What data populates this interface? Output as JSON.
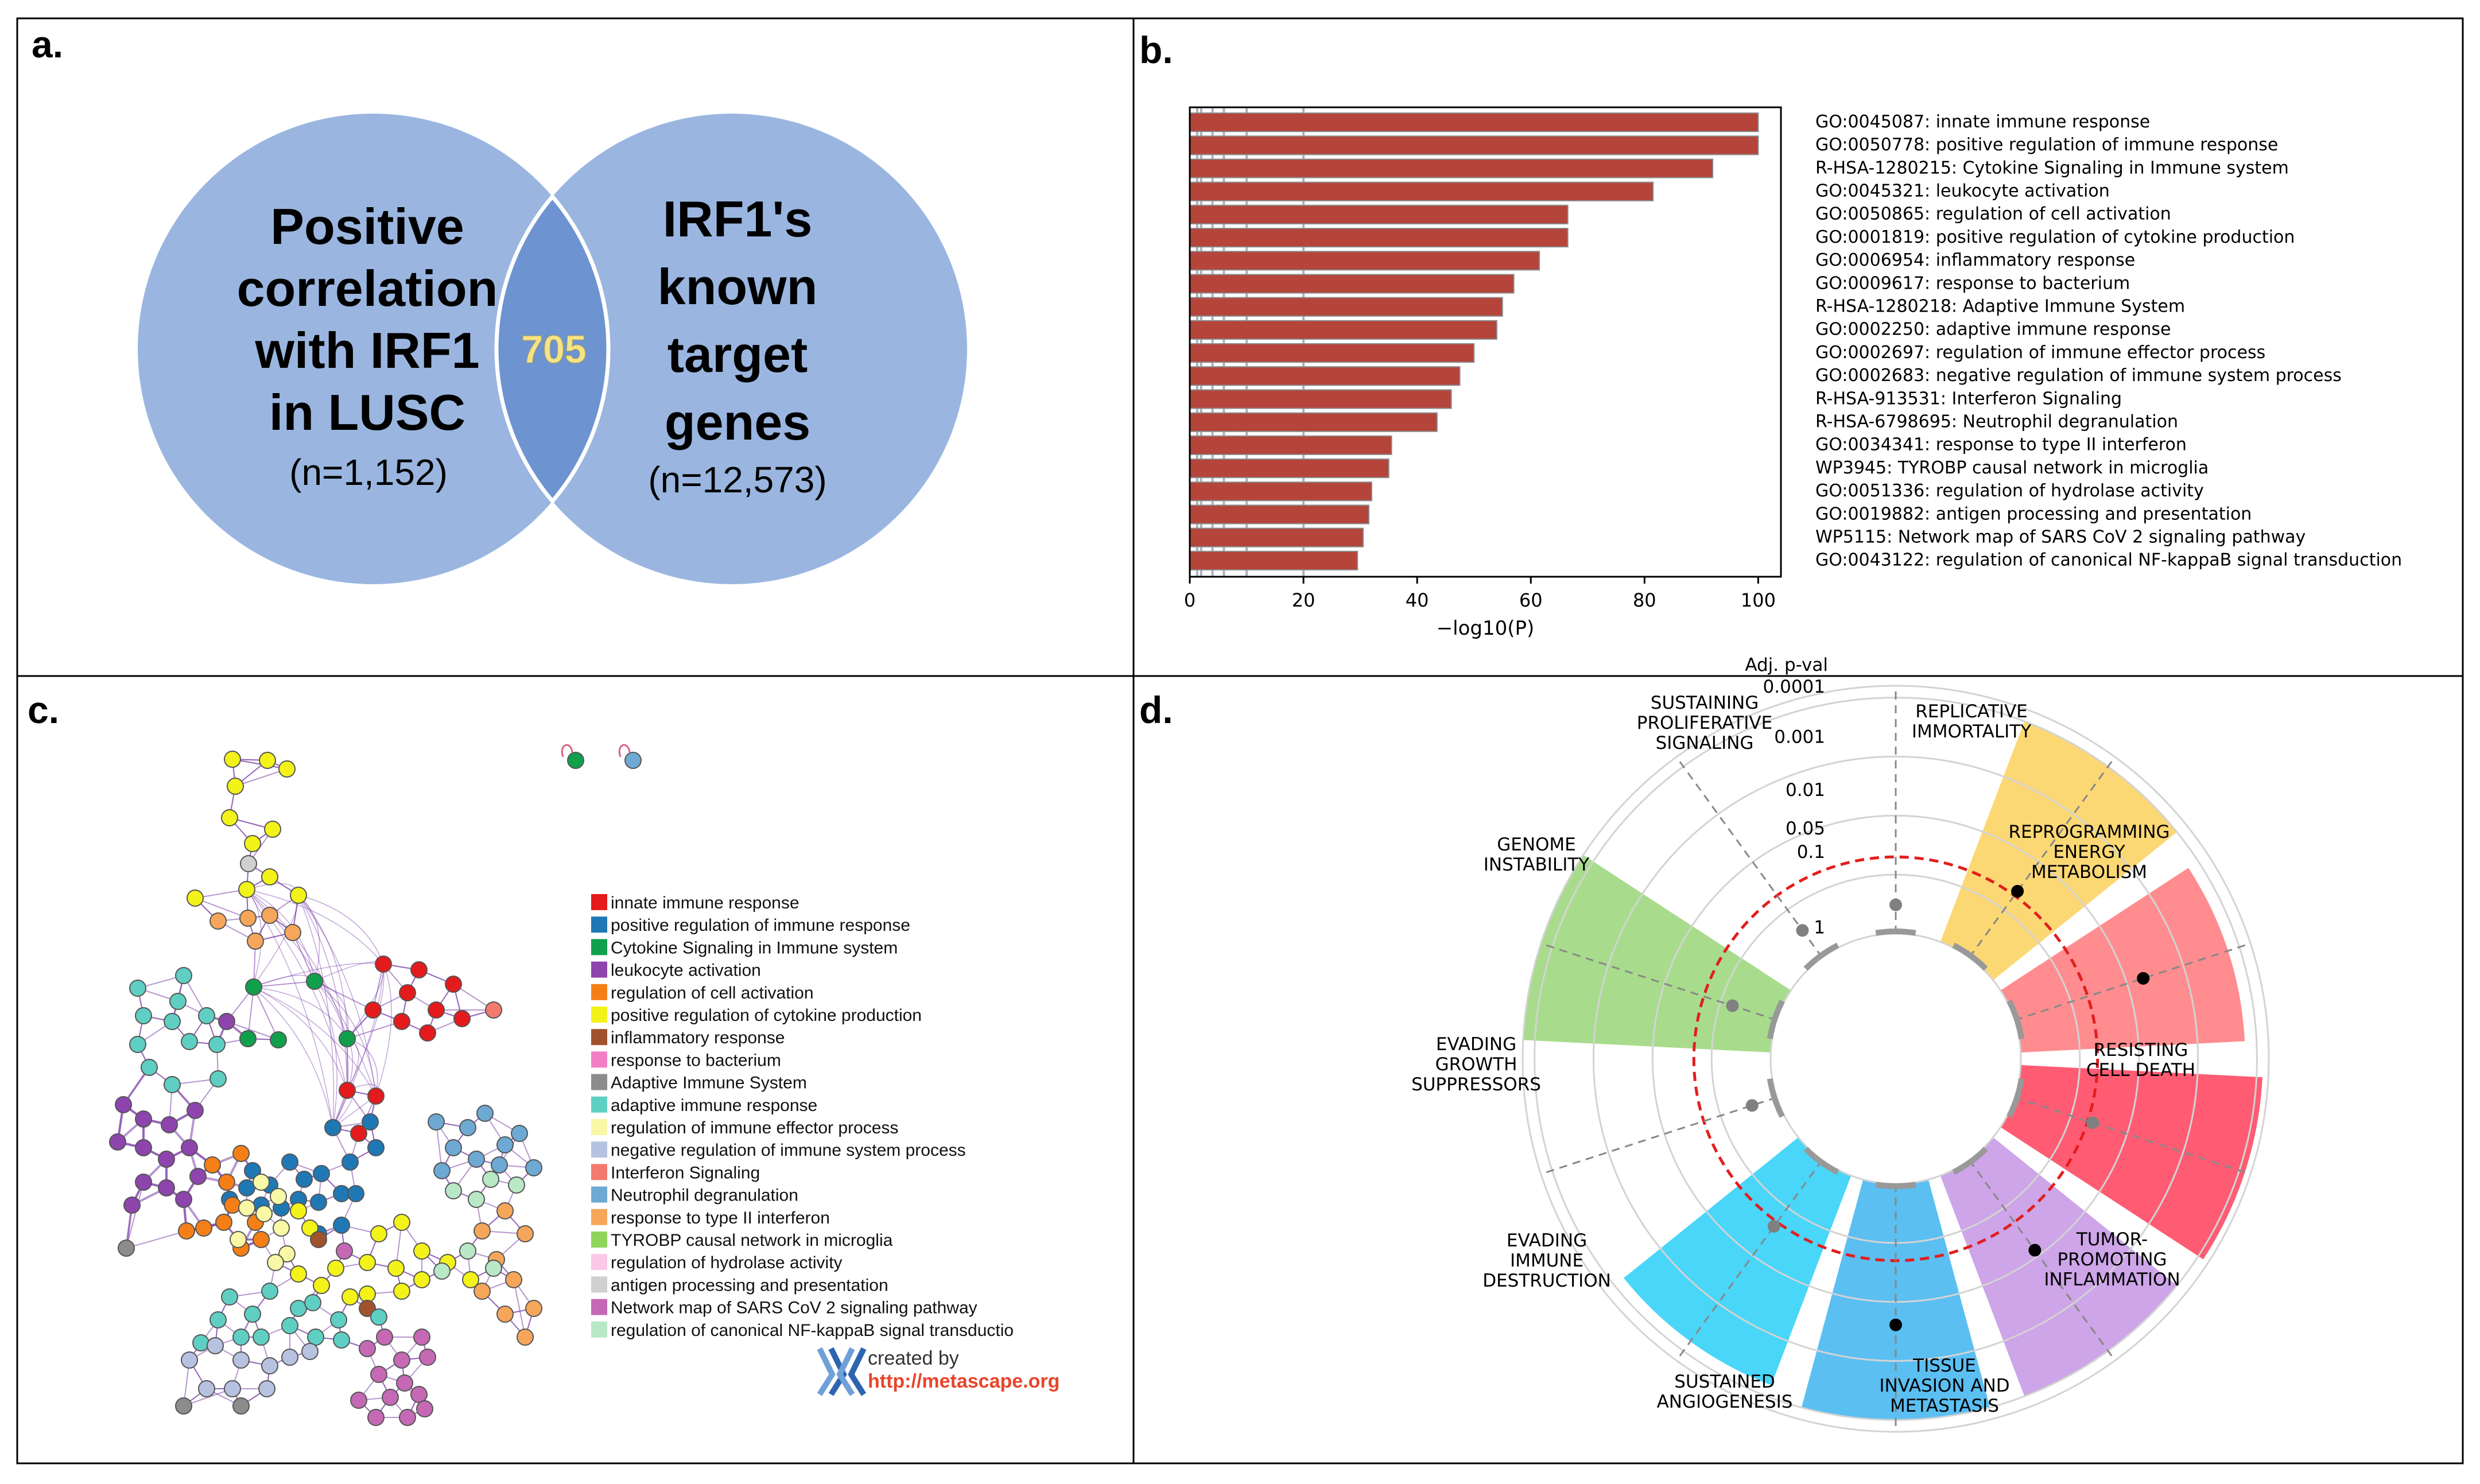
{
  "panels": {
    "a": {
      "label": "a.",
      "left_set": {
        "lines": [
          "Positive",
          "correlation",
          "with IRF1",
          "in LUSC"
        ],
        "n": "(n=1,152)"
      },
      "right_set": {
        "lines": [
          "IRF1's",
          "known",
          "target",
          "genes"
        ],
        "n": "(n=12,573)"
      },
      "overlap": "705",
      "colors": {
        "circle": "#9ab6e0",
        "overlap": "#6d93d0",
        "overlap_text": "#f3e48a"
      }
    },
    "b": {
      "label": "b.",
      "xlabel": "−log10(P)",
      "bar_color": "#b5443a"
    },
    "c": {
      "label": "c.",
      "credit_line1": "created by",
      "credit_line2": "http://metascape.org",
      "credit_color": "#e8452c",
      "edge_color": "#7a3fa8",
      "legend": [
        {
          "label": "innate immune response",
          "color": "#e41a1c"
        },
        {
          "label": "positive regulation of immune response",
          "color": "#1f78b4"
        },
        {
          "label": "Cytokine Signaling in Immune system",
          "color": "#10a04c"
        },
        {
          "label": "leukocyte activation",
          "color": "#8e44ad"
        },
        {
          "label": "regulation of cell activation",
          "color": "#f57f17"
        },
        {
          "label": "positive regulation of cytokine production",
          "color": "#f3f31a"
        },
        {
          "label": "inflammatory response",
          "color": "#a0522d"
        },
        {
          "label": "response to bacterium",
          "color": "#f27fc6"
        },
        {
          "label": "Adaptive Immune System",
          "color": "#8c8c8c"
        },
        {
          "label": "adaptive immune response",
          "color": "#5fcfc3"
        },
        {
          "label": "regulation of immune effector process",
          "color": "#f8f8a6"
        },
        {
          "label": "negative regulation of immune system process",
          "color": "#b6c2e0"
        },
        {
          "label": "Interferon Signaling",
          "color": "#f27a6e"
        },
        {
          "label": "Neutrophil degranulation",
          "color": "#6da9d2"
        },
        {
          "label": "response to type II interferon",
          "color": "#f6a65a"
        },
        {
          "label": "TYROBP causal network in microglia",
          "color": "#8fd45b"
        },
        {
          "label": "regulation of hydrolase activity",
          "color": "#f9c9e6"
        },
        {
          "label": "antigen processing and presentation",
          "color": "#d0d0d0"
        },
        {
          "label": "Network map of SARS CoV 2 signaling pathway",
          "color": "#c569b5"
        },
        {
          "label": "regulation of canonical NF-kappaB signal transductio",
          "color": "#b8e8c6"
        }
      ]
    },
    "d": {
      "label": "d.",
      "pval_title": "Adj. p-val",
      "pval_ticks": [
        "0.0001",
        "0.001",
        "0.01",
        "0.05",
        "0.1",
        "1"
      ],
      "hallmarks": [
        {
          "key": "sustaining",
          "lines": [
            "SUSTAINING",
            "PROLIFERATIVE",
            "SIGNALING"
          ],
          "color": "#a8dc8c",
          "bar_strength": 4.2,
          "dot_strength": 0.4,
          "dot_color": "#808080"
        },
        {
          "key": "replicative",
          "lines": [
            "REPLICATIVE",
            "IMMORTALITY"
          ],
          "color": "#cccccc",
          "bar_strength": 0,
          "dot_strength": 0.18,
          "dot_color": "#808080"
        },
        {
          "key": "reprogramming",
          "lines": [
            "REPROGRAMMING",
            "ENERGY",
            "METABOLISM"
          ],
          "color": "#cccccc",
          "bar_strength": 0,
          "dot_strength": 0.1,
          "dot_color": "#808080"
        },
        {
          "key": "resisting",
          "lines": [
            "RESISTING",
            "CELL DEATH"
          ],
          "color": "#fcd874",
          "bar_strength": 4.0,
          "dot_strength": 1.0,
          "dot_color": "#000000"
        },
        {
          "key": "tumor",
          "lines": [
            "TUMOR-",
            "PROMOTING",
            "INFLAMMATION"
          ],
          "color": "#ff8c8f",
          "bar_strength": 3.8,
          "dot_strength": 1.9,
          "dot_color": "#000000"
        },
        {
          "key": "tissue",
          "lines": [
            "TISSUE",
            "INVASION AND",
            "METASTASIS"
          ],
          "color": "#ff5c73",
          "bar_strength": 4.1,
          "dot_strength": 1.0,
          "dot_color": "#808080"
        },
        {
          "key": "angiogenesis",
          "lines": [
            "SUSTAINED",
            "ANGIOGENESIS"
          ],
          "color": "#cda5e8",
          "bar_strength": 4.0,
          "dot_strength": 1.5,
          "dot_color": "#000000"
        },
        {
          "key": "immune",
          "lines": [
            "EVADING",
            "IMMUNE",
            "DESTRUCTION"
          ],
          "color": "#5bbff2",
          "bar_strength": 4.0,
          "dot_strength": 2.0,
          "dot_color": "#000000"
        },
        {
          "key": "growth",
          "lines": [
            "EVADING",
            "GROWTH",
            "SUPPRESSORS"
          ],
          "color": "#49d6f8",
          "bar_strength": 3.8,
          "dot_strength": 1.0,
          "dot_color": "#808080"
        },
        {
          "key": "genome",
          "lines": [
            "GENOME",
            "INSTABILITY"
          ],
          "color": "#cccccc",
          "bar_strength": 0,
          "dot_strength": 0.05,
          "dot_color": "#808080"
        }
      ]
    }
  },
  "chart_data": {
    "type": "bar",
    "orientation": "horizontal",
    "xlabel": "−log10(P)",
    "xlim": [
      0,
      104
    ],
    "xticks": [
      0,
      20,
      40,
      60,
      80,
      100
    ],
    "categories": [
      "GO:0045087: innate immune response",
      "GO:0050778: positive regulation of immune response",
      "R-HSA-1280215: Cytokine Signaling in Immune system",
      "GO:0045321: leukocyte activation",
      "GO:0050865: regulation of cell activation",
      "GO:0001819: positive regulation of cytokine production",
      "GO:0006954: inflammatory response",
      "GO:0009617: response to bacterium",
      "R-HSA-1280218: Adaptive Immune System",
      "GO:0002250: adaptive immune response",
      "GO:0002697: regulation of immune effector process",
      "GO:0002683: negative regulation of immune system process",
      "R-HSA-913531: Interferon Signaling",
      "R-HSA-6798695: Neutrophil degranulation",
      "GO:0034341: response to type II interferon",
      "WP3945: TYROBP causal network in microglia",
      "GO:0051336: regulation of hydrolase activity",
      "GO:0019882: antigen processing and presentation",
      "WP5115: Network map of SARS CoV 2 signaling pathway",
      "GO:0043122: regulation of canonical NF-kappaB signal transduction"
    ],
    "values": [
      100,
      100,
      92,
      81.5,
      66.5,
      66.5,
      61.5,
      57,
      55,
      54,
      50,
      47.5,
      46,
      43.5,
      35.5,
      35,
      32,
      31.5,
      30.5,
      29.5
    ]
  }
}
